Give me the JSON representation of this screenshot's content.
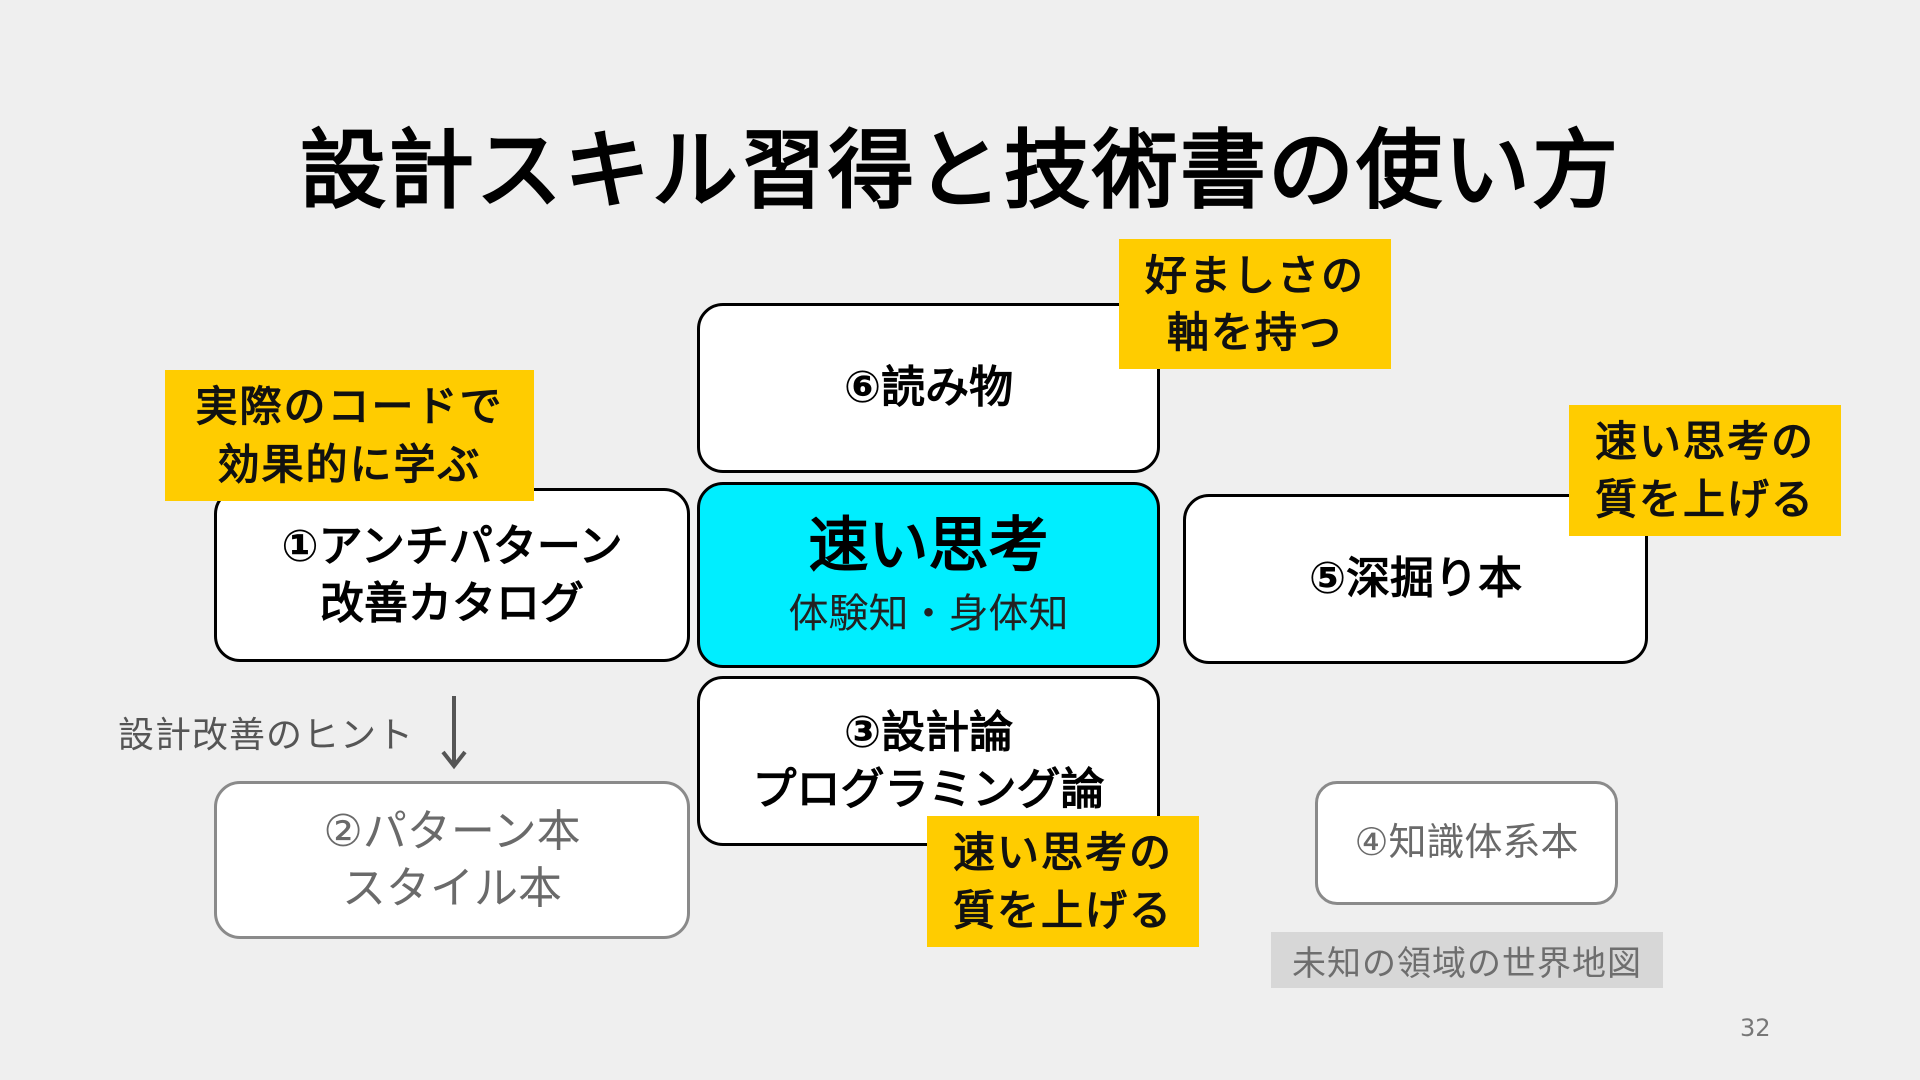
{
  "title": "設計スキル習得と技術書の使い方",
  "boxes": {
    "reading": {
      "label": "⑥読み物"
    },
    "antipattern": {
      "line1": "①アンチパターン",
      "line2": "改善カタログ"
    },
    "fast_thinking": {
      "main": "速い思考",
      "sub": "体験知・身体知"
    },
    "deep_dive": {
      "label": "⑤深掘り本"
    },
    "design_theory": {
      "line1": "③設計論",
      "line2": "プログラミング論"
    },
    "pattern": {
      "line1": "②パターン本",
      "line2": "スタイル本"
    },
    "body_of_knowledge": {
      "label": "④知識体系本"
    }
  },
  "notes": {
    "reading": {
      "line1": "好ましさの",
      "line2": "軸を持つ"
    },
    "antipattern": {
      "line1": "実際のコードで",
      "line2": "効果的に学ぶ"
    },
    "deep_dive": {
      "line1": "速い思考の",
      "line2": "質を上げる"
    },
    "design_theory": {
      "line1": "速い思考の",
      "line2": "質を上げる"
    }
  },
  "hint": "設計改善のヒント",
  "unknown_map": "未知の領域の世界地図",
  "page_number": "32",
  "colors": {
    "background": "#efefef",
    "center_box": "#00eeff",
    "note": "#ffcc00",
    "unknown_map_bg": "#d7d7d7"
  }
}
